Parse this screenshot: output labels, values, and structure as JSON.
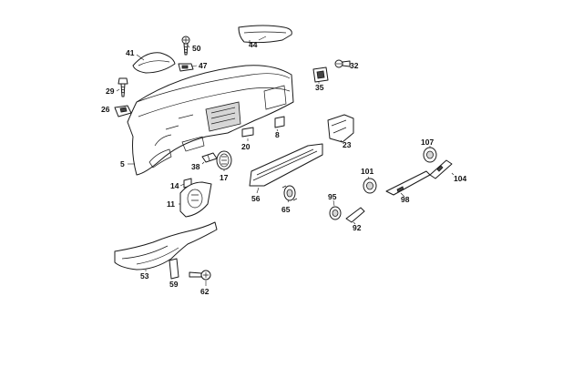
{
  "callouts": {
    "c41": "41",
    "c50": "50",
    "c44": "44",
    "c47": "47",
    "c32": "32",
    "c29": "29",
    "c35": "35",
    "c26": "26",
    "c23": "23",
    "c20": "20",
    "c8": "8",
    "c5": "5",
    "c38": "38",
    "c17": "17",
    "c107": "107",
    "c101": "101",
    "c104": "104",
    "c14": "14",
    "c11": "11",
    "c56": "56",
    "c95": "95",
    "c98": "98",
    "c65": "65",
    "c92": "92",
    "c53": "53",
    "c59": "59",
    "c62": "62"
  }
}
